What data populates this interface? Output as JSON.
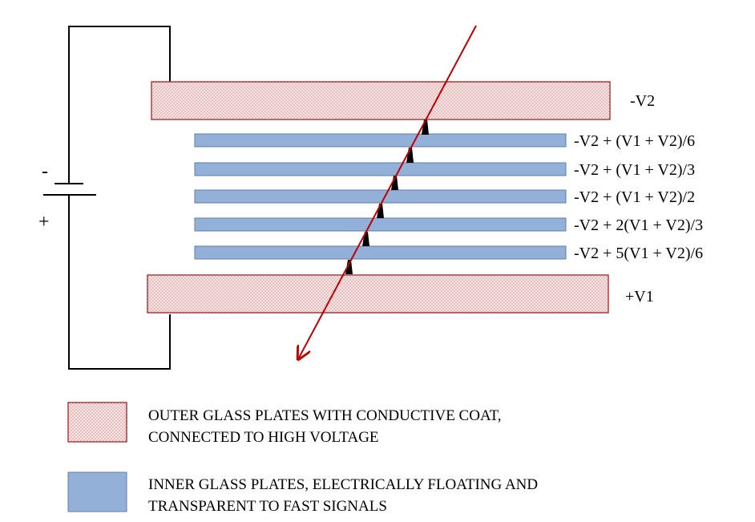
{
  "battery": {
    "negative_label": "-",
    "positive_label": "+"
  },
  "outer_plates": [
    {
      "id": "top",
      "voltage_label": "-V2"
    },
    {
      "id": "bottom",
      "voltage_label": "+V1"
    }
  ],
  "inner_plates": [
    {
      "voltage_label": "-V2 + (V1 + V2)/6"
    },
    {
      "voltage_label": "-V2 + (V1 + V2)/3"
    },
    {
      "voltage_label": "-V2 + (V1 + V2)/2"
    },
    {
      "voltage_label": "-V2 + 2(V1 + V2)/3"
    },
    {
      "voltage_label": "-V2 + 5(V1 + V2)/6"
    }
  ],
  "legend": {
    "outer": {
      "line1": "OUTER GLASS PLATES WITH CONDUCTIVE COAT,",
      "line2": "CONNECTED TO HIGH VOLTAGE"
    },
    "inner": {
      "line1": "INNER GLASS PLATES, ELECTRICALLY FLOATING AND",
      "line2": "TRANSPARENT TO FAST SIGNALS"
    }
  },
  "colors": {
    "outer_plate_fill": "#fbe9e9",
    "outer_plate_border": "#b03a3a",
    "outer_plate_dots": "#c45a5a",
    "inner_plate_fill": "#93b1d8",
    "inner_plate_border": "#5f7ea8",
    "track": "#c00000",
    "avalanche": "#000000",
    "wire": "#000000"
  }
}
